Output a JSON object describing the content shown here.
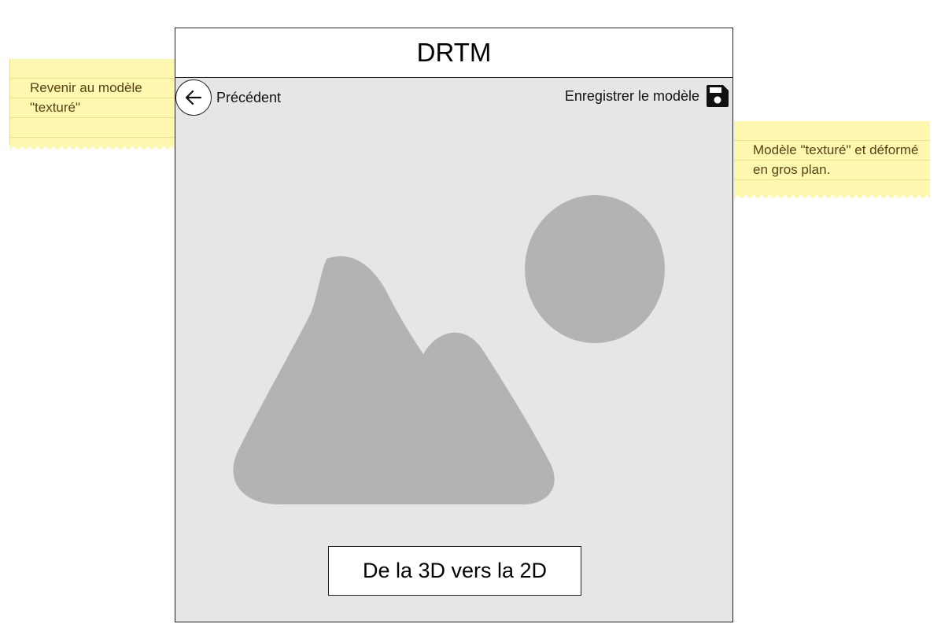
{
  "app": {
    "title": "DRTM"
  },
  "toolbar": {
    "back_label": "Précédent",
    "save_label": "Enregistrer le modèle"
  },
  "main": {
    "mode_button_label": "De la 3D vers la 2D"
  },
  "notes": {
    "left": "Revenir au modèle \"texturé\"",
    "right": "Modèle \"texturé\" et déformé en gros plan."
  },
  "icons": {
    "back": "arrow-left-icon",
    "save": "floppy-disk-icon",
    "image": "image-placeholder-icon"
  },
  "colors": {
    "canvas_bg": "#e6e6e6",
    "placeholder": "#b3b3b3",
    "note_bg": "#fdf7b0",
    "note_text": "#5a4214"
  }
}
